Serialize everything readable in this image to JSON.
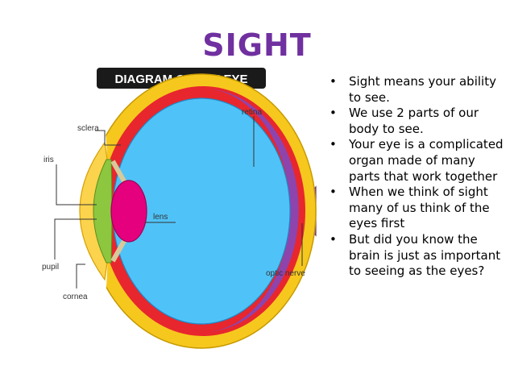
{
  "title": "SIGHT",
  "diagram": {
    "banner": "DIAGRAM OF THE EYE",
    "labels": {
      "sclera": "sclera",
      "retina": "retina",
      "iris": "iris",
      "lens": "lens",
      "pupil": "pupil",
      "cornea": "cornea",
      "optic_nerve": "optic nerve"
    }
  },
  "bullets": [
    "Sight means your ability to see.",
    "We use 2 parts of our body to see.",
    "Your eye is a complicated organ made of many parts that work together",
    "When we think of sight many of us think of the eyes first",
    "But did you know the brain is just as important to seeing as the eyes?"
  ],
  "colors": {
    "title": "#7030a0",
    "sclera": "#f6c81e",
    "choroid": "#e8262d",
    "retina": "#8e44ad",
    "vitreous": "#4fc3f7",
    "lens": "#e5007e",
    "iris": "#8dc63f",
    "optic_nerve": "#9b59b6"
  }
}
